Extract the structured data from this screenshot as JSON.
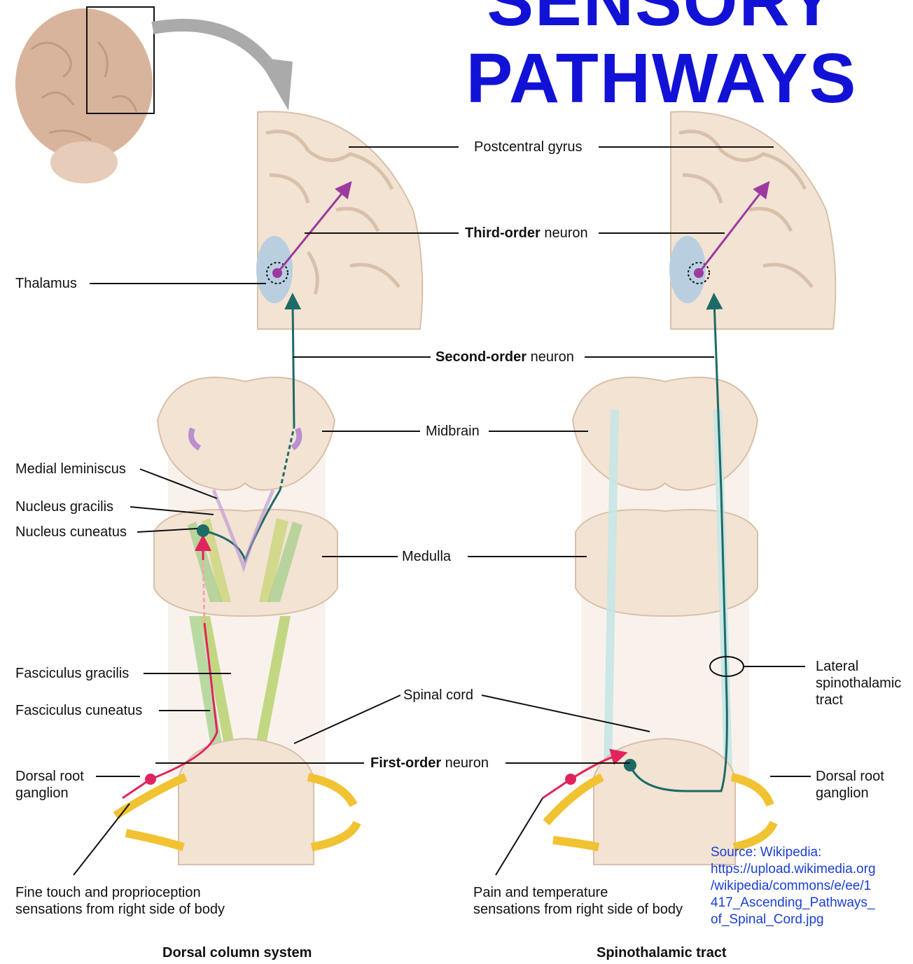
{
  "title": {
    "line1": "SENSORY",
    "line2": "PATHWAYS"
  },
  "labels": {
    "postcentral_gyrus": "Postcentral gyrus",
    "third_order_bold": "Third-order",
    "third_order_rest": " neuron",
    "thalamus": "Thalamus",
    "second_order_bold": "Second-order",
    "second_order_rest": " neuron",
    "midbrain": "Midbrain",
    "medial_lemniscus": "Medial leminiscus",
    "nucleus_gracilis": "Nucleus gracilis",
    "nucleus_cuneatus": "Nucleus cuneatus",
    "medulla": "Medulla",
    "fasciculus_gracilis": "Fasciculus gracilis",
    "fasciculus_cuneatus": "Fasciculus cuneatus",
    "spinal_cord": "Spinal cord",
    "lateral_spinothalamic": "Lateral\nspinothalamic\ntract",
    "first_order_bold": "First-order",
    "first_order_rest": " neuron",
    "dorsal_root_left": "Dorsal root\nganglion",
    "dorsal_root_right": "Dorsal root\nganglion",
    "fine_touch": "Fine touch and proprioception\nsensations from right side of body",
    "pain_temp": "Pain and temperature\nsensations from right side of body"
  },
  "source": "Source: Wikipedia:\nhttps://upload.wikimedia.org\n/wikipedia/commons/e/ee/1\n417_Ascending_Pathways_\nof_Spinal_Cord.jpg",
  "captions": {
    "left": "Dorsal column system",
    "right": "Spinothalamic tract"
  },
  "colors": {
    "tissue": "#f3e3d3",
    "tissue_edge": "#d8c0aa",
    "first_order": "#e0245e",
    "second_order": "#1d6b66",
    "third_order": "#9c3aa0",
    "title": "#1212d6",
    "source_link": "#1a3fd0"
  }
}
